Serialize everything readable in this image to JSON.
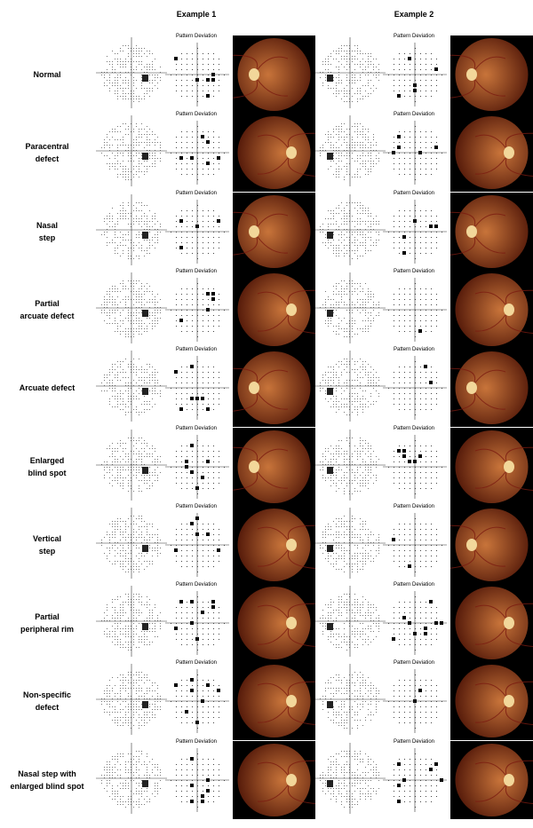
{
  "headers": {
    "col1": "Example 1",
    "col2": "Example 2"
  },
  "pattern_deviation_title": "Pattern Deviation",
  "rows": [
    {
      "label_lines": [
        "Normal"
      ],
      "ex1_eye": "left",
      "ex2_eye": "left"
    },
    {
      "label_lines": [
        "Paracentral",
        "defect"
      ],
      "ex1_eye": "right",
      "ex2_eye": "right"
    },
    {
      "label_lines": [
        "Nasal",
        "step"
      ],
      "ex1_eye": "left",
      "ex2_eye": "left"
    },
    {
      "label_lines": [
        "Partial",
        "arcuate defect"
      ],
      "ex1_eye": "right",
      "ex2_eye": "right"
    },
    {
      "label_lines": [
        "Arcuate defect"
      ],
      "ex1_eye": "left",
      "ex2_eye": "left"
    },
    {
      "label_lines": [
        "Enlarged",
        "blind spot"
      ],
      "ex1_eye": "left",
      "ex2_eye": "right"
    },
    {
      "label_lines": [
        "Vertical",
        "step"
      ],
      "ex1_eye": "right",
      "ex2_eye": "left"
    },
    {
      "label_lines": [
        "Partial",
        "peripheral rim"
      ],
      "ex1_eye": "right",
      "ex2_eye": "right"
    },
    {
      "label_lines": [
        "Non-specific",
        "defect"
      ],
      "ex1_eye": "right",
      "ex2_eye": "right"
    },
    {
      "label_lines": [
        "Nasal step with",
        "enlarged blind spot"
      ],
      "ex1_eye": "right",
      "ex2_eye": "right"
    }
  ],
  "colors": {
    "fundus_center": "#c8743a",
    "fundus_edge": "#5a1e0c",
    "disc": "#f2d79a",
    "vessel": "#7a1a10"
  }
}
